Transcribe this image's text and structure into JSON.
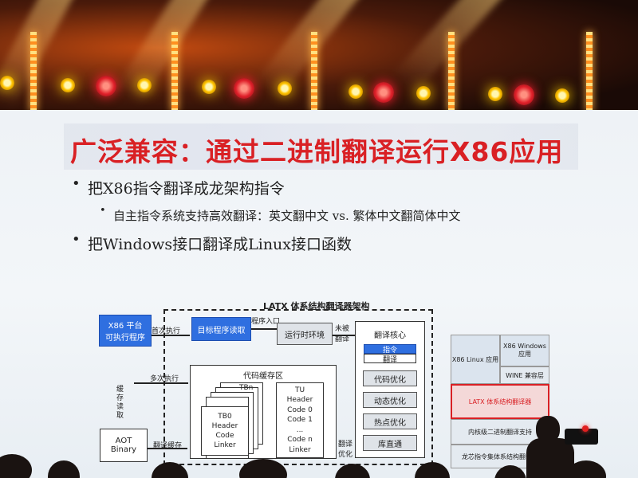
{
  "slide": {
    "title": "广泛兼容：通过二进制翻译运行X86应用",
    "bullets": [
      "把X86指令翻译成龙架构指令",
      "自主指令系统支持高效翻译：英文翻中文  vs. 繁体中文翻简体中文",
      "把Windows接口翻译成Linux接口函数"
    ],
    "bullet_markers": [
      "•",
      "•",
      "•"
    ]
  },
  "diagram": {
    "title": "LATX 体系结构翻译器架构",
    "x86_app": "X86 平台\n可执行程序",
    "first_exec": "首次执行",
    "target_read": "目标程序读取",
    "program_entry": "程序入口",
    "runtime_env": "运行时环境",
    "not_translated": "未被\n翻译",
    "core_title": "翻译核心",
    "core_items": [
      "指令",
      "翻译"
    ],
    "core_buttons": [
      "代码优化",
      "动态优化",
      "热点优化",
      "库直通"
    ],
    "multi_exec": "多次执行",
    "cache_read": "缓\n存\n读\n取",
    "code_cache_title": "代码缓存区",
    "tb_labels": [
      "TBn",
      "TB0",
      "Header",
      "Code",
      "Linker"
    ],
    "tu_labels": [
      "TU",
      "Header",
      "Code 0",
      "Code 1",
      "...",
      "Code n",
      "Linker"
    ],
    "aot": "AOT\nBinary",
    "translate_cache": "翻译缓存",
    "translate_opt": "翻译\n优化",
    "stack": {
      "x86_linux": "X86 Linux 应用",
      "x86_windows": "X86 Windows\n应用",
      "wine": "WINE 兼容层",
      "latx": "LATX 体系结构翻译器",
      "kernel": "内核级二进制翻译支持",
      "isa": "龙芯指令集体系结构翻译支"
    }
  },
  "colors": {
    "title_red": "#d92024",
    "box_blue": "#2f6fe0",
    "latx_red": "#d92024"
  }
}
